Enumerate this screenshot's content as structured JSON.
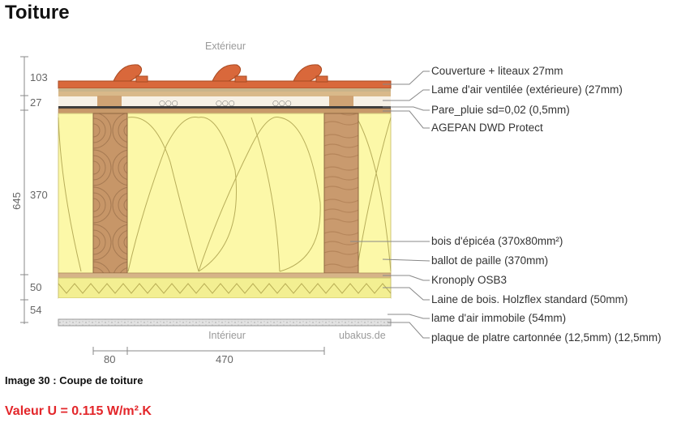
{
  "title": "Toiture",
  "caption": "Image 30 : Coupe de toiture",
  "u_value": "Valeur U = 0.115 W/m².K",
  "diagram": {
    "side_top": "Extérieur",
    "side_bottom": "Intérieur",
    "source": "ubakus.de",
    "total_thickness": "645",
    "thicknesses": [
      "103",
      "27",
      "370",
      "50",
      "54"
    ],
    "widths": [
      "80",
      "470"
    ],
    "layers": [
      "Couverture + liteaux 27mm",
      "Lame d'air ventilée (extérieure) (27mm)",
      "Pare_pluie sd=0,02 (0,5mm)",
      "AGEPAN DWD Protect",
      "bois d'épicéa (370x80mm²)",
      "ballot de paille (370mm)",
      "Kronoply OSB3",
      "Laine de bois. Holzflex standard (50mm)",
      "lame d'air immobile (54mm)",
      "plaque de platre cartonnée (12,5mm) (12,5mm)"
    ],
    "colors": {
      "tile": "#d9683b",
      "timber": "#c99a6e",
      "straw": "#fcf8a8",
      "wool": "#f3ef92",
      "board": "#d6b488",
      "plaster": "#e2e2e2"
    }
  }
}
